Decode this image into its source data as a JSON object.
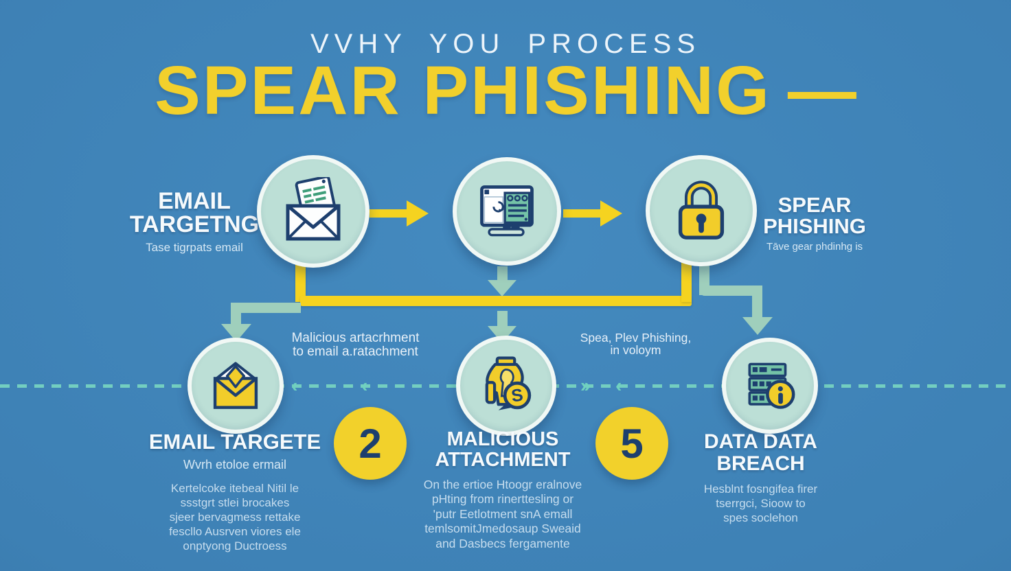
{
  "title": {
    "kicker": "VVHY YOU PROCESS",
    "main": "SPEAR PHISHING",
    "dash": "—"
  },
  "colors": {
    "background": "#3d80b4",
    "accent_yellow": "#f2d02c",
    "navy": "#1d3f6e",
    "mint_circle": "#bcdfd6",
    "teal_arrow": "#9fcfbc",
    "dashed_teal": "#76d2c0",
    "icon_green": "#74c3a7",
    "body_text": "#c6ddee"
  },
  "top_flow": {
    "left_label": {
      "line1": "EMAIL",
      "line2": "TARGETNG",
      "subtitle": "Tase tigrpats email"
    },
    "right_label": {
      "line1": "SPEAR",
      "line2": "PHISHING",
      "subtitle": "Tāve gear phdinhg is"
    },
    "icons": [
      "open-envelope-letter-icon",
      "monitor-browser-icon",
      "padlock-icon"
    ]
  },
  "annotations": {
    "attachment": {
      "line1": "Malicious artacrhment",
      "line2": "to email a.ratachment"
    },
    "phishing": {
      "line1": "Spea, Plev Phishing,",
      "line2": "in voloym"
    }
  },
  "chevrons": {
    "c1": "‹",
    "c2": "‹",
    "c3": "››",
    "c4": "‹"
  },
  "steps": [
    {
      "badge": "",
      "title1": "EMAIL TARGETE",
      "title2": "",
      "subtitle": "Wvrh etoloe ermail",
      "icon": "open-yellow-envelope-icon",
      "body": [
        "Kertelcoke itebeal Nitil le",
        "ssstgrt stlei brocakes",
        "sjeer bervagmess rettake",
        "fescllo Ausrven viores ele",
        "onptyong Ductroess"
      ]
    },
    {
      "badge": "2",
      "title1": "MALICIOUS",
      "title2": "ATTACHMENT",
      "subtitle": "",
      "icon": "malware-blob-icon",
      "body": [
        "On the ertioe Htoogr eralnove",
        "pHting from rinerttesling or",
        "'putr Eetlotment  snA emall",
        "temlsomitJmedosaup Sweaid",
        "and Dasbecs fergamente"
      ]
    },
    {
      "badge": "5",
      "title1": "DATA DATA",
      "title2": "BREACH",
      "subtitle": "",
      "icon": "server-info-icon",
      "body": [
        "Hesblnt fosngifea firer",
        "tserrgci, Sioow to",
        "spes soclehon"
      ]
    }
  ],
  "icon_glyphs": {
    "malware_s": "S"
  }
}
